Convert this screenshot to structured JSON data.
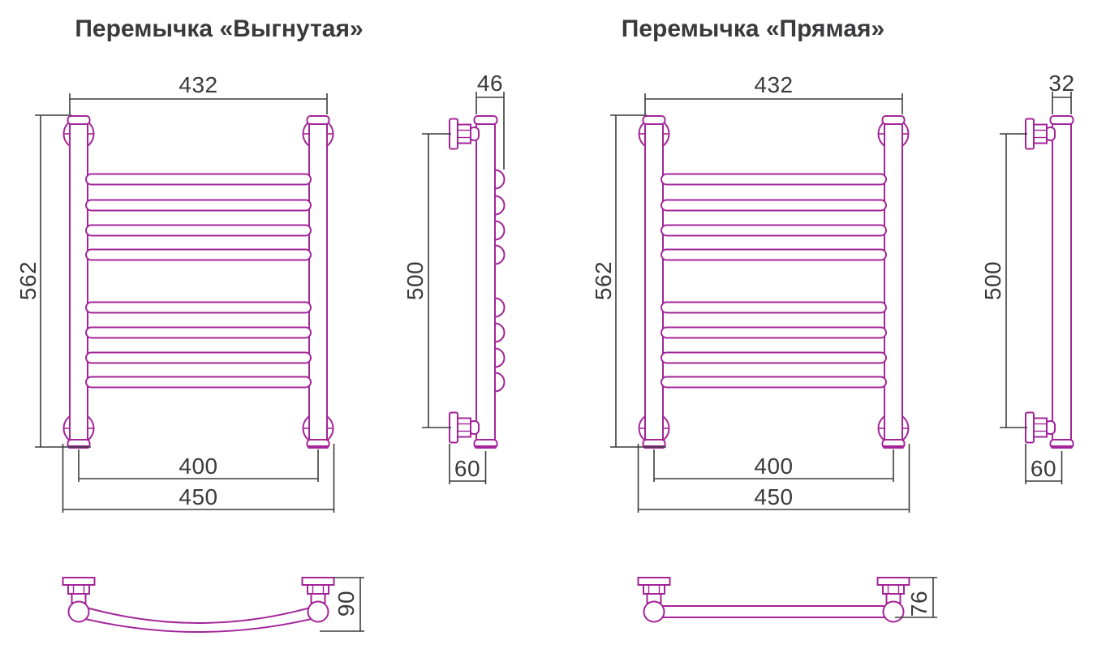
{
  "sheet": {
    "background": "#ffffff",
    "description_note": "technical dimension drawing of two towel-rail crossbar variants"
  },
  "colors": {
    "pipe_outline": "#A32599",
    "dimension_lines": "#3C3C3E",
    "text": "#3A3A3C"
  },
  "drawings": [
    {
      "id": "curved",
      "title": "Перемычка «Выгнутая»",
      "dimensions": {
        "overall_width": "432",
        "overall_height": "562",
        "side_depth": "46",
        "mount_height": "500",
        "inner_width": "400",
        "outer_width": "450",
        "wall_offset": "60",
        "plan_depth": "90"
      }
    },
    {
      "id": "straight",
      "title": "Перемычка «Прямая»",
      "dimensions": {
        "overall_width": "432",
        "overall_height": "562",
        "side_depth": "32",
        "mount_height": "500",
        "inner_width": "400",
        "outer_width": "450",
        "wall_offset": "60",
        "plan_depth": "76"
      }
    }
  ]
}
